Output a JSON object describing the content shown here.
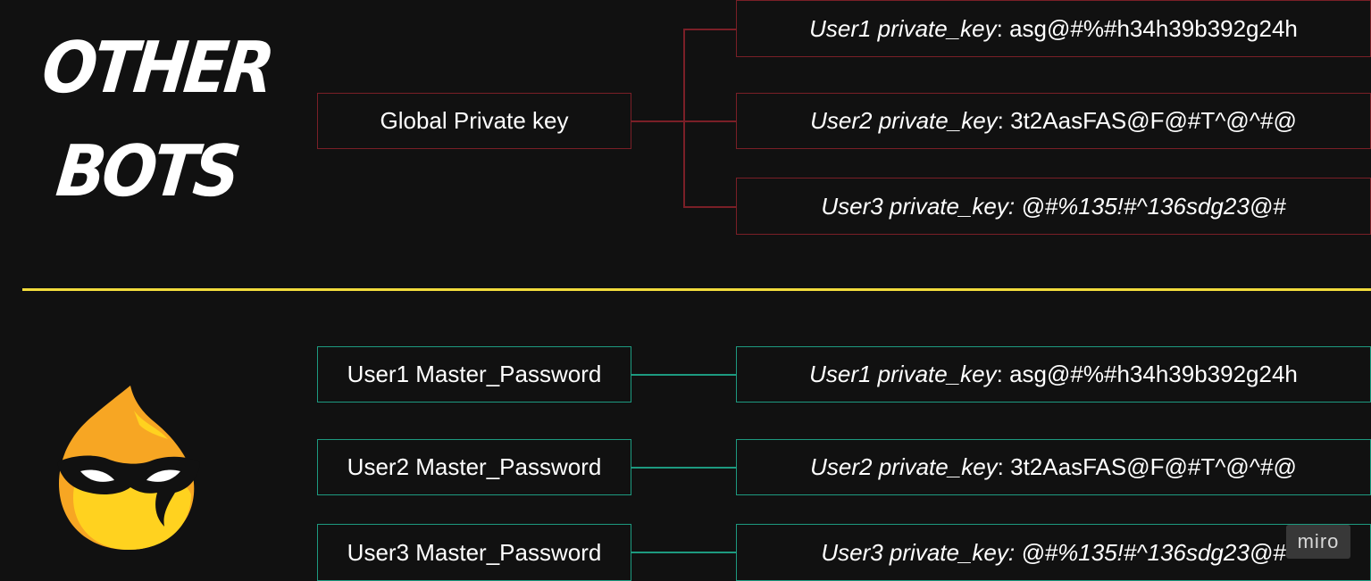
{
  "heading": {
    "line1": "OTHER",
    "line2": "BOTS"
  },
  "top": {
    "global_key": "Global Private key",
    "users": [
      {
        "label": "User1 private_key",
        "value": ": asg@#%#h34h39b392g24h"
      },
      {
        "label": "User2 private_key",
        "value": ": 3t2AasFAS@F@#T^@^#@"
      },
      {
        "label": "User3 private_key: @#%135!#^136sdg23@#",
        "value": ""
      }
    ]
  },
  "bottom": {
    "rows": [
      {
        "password": "User1 Master_Password",
        "key_label": "User1 private_key",
        "key_value": ": asg@#%#h34h39b392g24h"
      },
      {
        "password": "User2 Master_Password",
        "key_label": "User2 private_key",
        "key_value": ": 3t2AasFAS@F@#T^@^#@"
      },
      {
        "password": "User3 Master_Password",
        "key_label": "User3 private_key: @#%135!#^136sdg23@#",
        "key_value": ""
      }
    ]
  },
  "watermark": "miro",
  "colors": {
    "background": "#111111",
    "red_border": "#7a1f27",
    "green_border": "#1d9a80",
    "divider": "#f2dc3c",
    "mascot_orange": "#f7a623",
    "mascot_yellow": "#ffd21f"
  },
  "icons": {
    "mascot": "masked-flame-mascot-icon"
  }
}
